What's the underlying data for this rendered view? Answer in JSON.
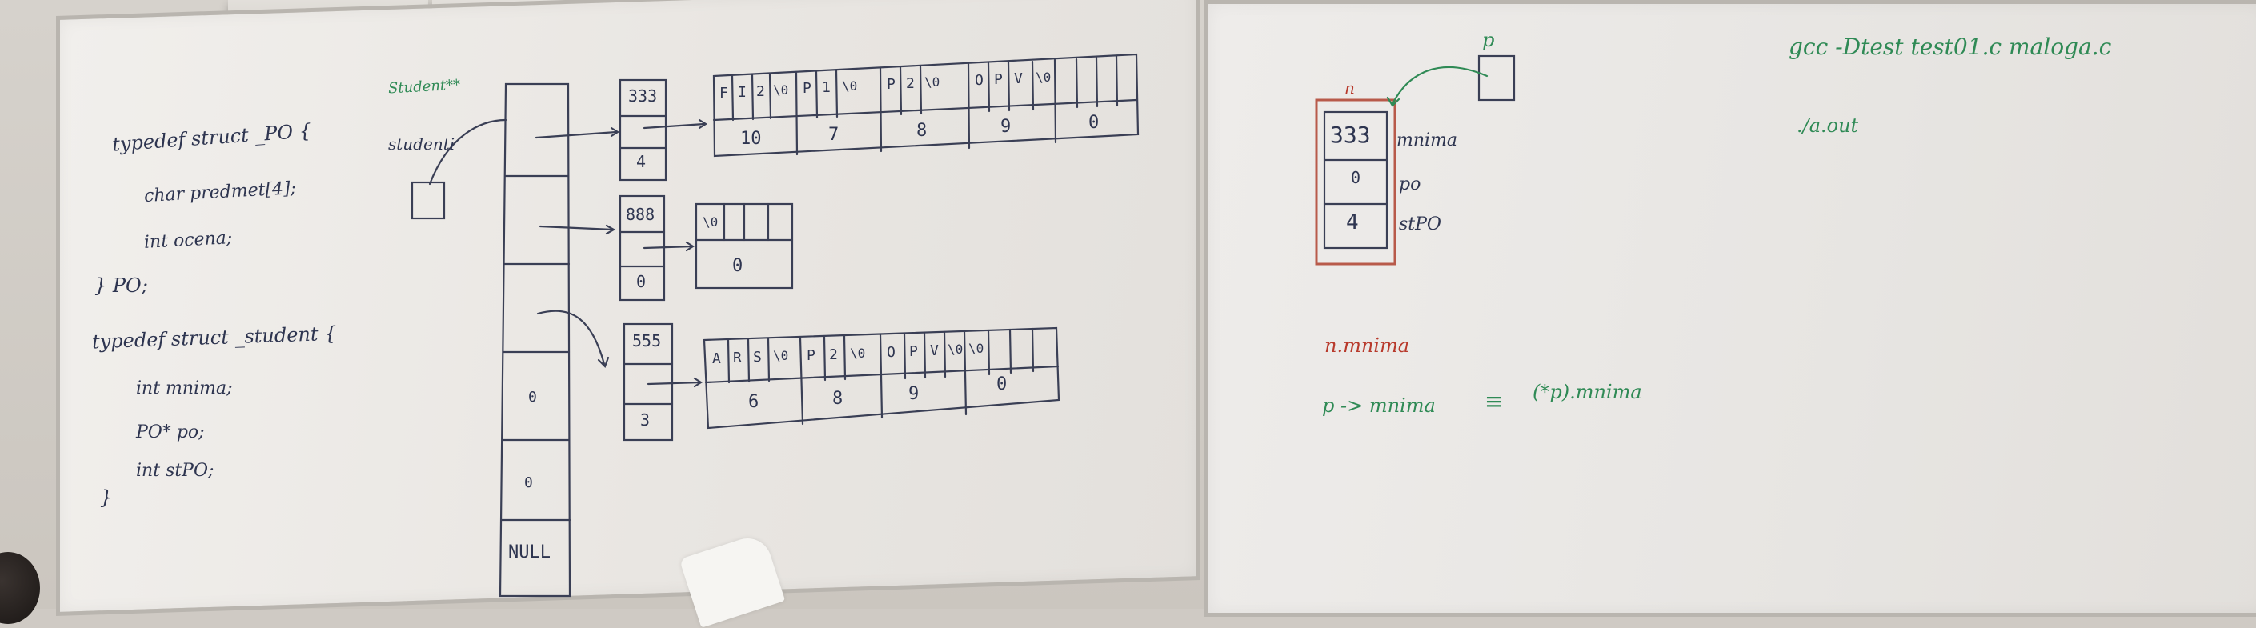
{
  "left_board": {
    "code": {
      "line1": "typedef struct _PO {",
      "line2": "char predmet[4];",
      "line3": "int ocena;",
      "line4": "} PO;",
      "line5": "typedef struct _student {",
      "line6": "int mnima;",
      "line7": "PO* po;",
      "line8": "int stPO;",
      "line9": "}"
    },
    "diagram": {
      "student_ptr_label": "Student**",
      "studenti_label": "studenti",
      "array_cells": [
        "0",
        "0",
        "NULL"
      ],
      "record1": {
        "id": "333",
        "count": "4"
      },
      "record2": {
        "id": "888",
        "count": "0"
      },
      "record3": {
        "id": "555",
        "count": "3"
      },
      "po1_chars": [
        "F",
        "I",
        "2",
        "\\0",
        "P",
        "1",
        "\\0",
        "P",
        "2",
        "\\0",
        "O",
        "P",
        "V",
        "\\0"
      ],
      "po1_grades": [
        "10",
        "7",
        "8",
        "9",
        "0"
      ],
      "po2_chars": [
        "\\0"
      ],
      "po2_grades": [
        "0"
      ],
      "po3_chars": [
        "A",
        "R",
        "S",
        "\\0",
        "P",
        "2",
        "\\0",
        "O",
        "P",
        "V",
        "\\0",
        "\\0"
      ],
      "po3_grades": [
        "6",
        "8",
        "9",
        "0"
      ]
    }
  },
  "right_board": {
    "p_label": "p",
    "n_label": "n",
    "record": {
      "id": "333",
      "mid": "0",
      "count": "4"
    },
    "field_labels": {
      "f1": "mnima",
      "f2": "po",
      "f3": "stPO"
    },
    "expr1": "n.mnima",
    "expr2_left": "p -> mnima",
    "equiv": "≡",
    "expr2_right": "(*p).mnima",
    "cmd1": "gcc -Dtest test01.c maloga.c",
    "cmd2": "./a.out"
  }
}
